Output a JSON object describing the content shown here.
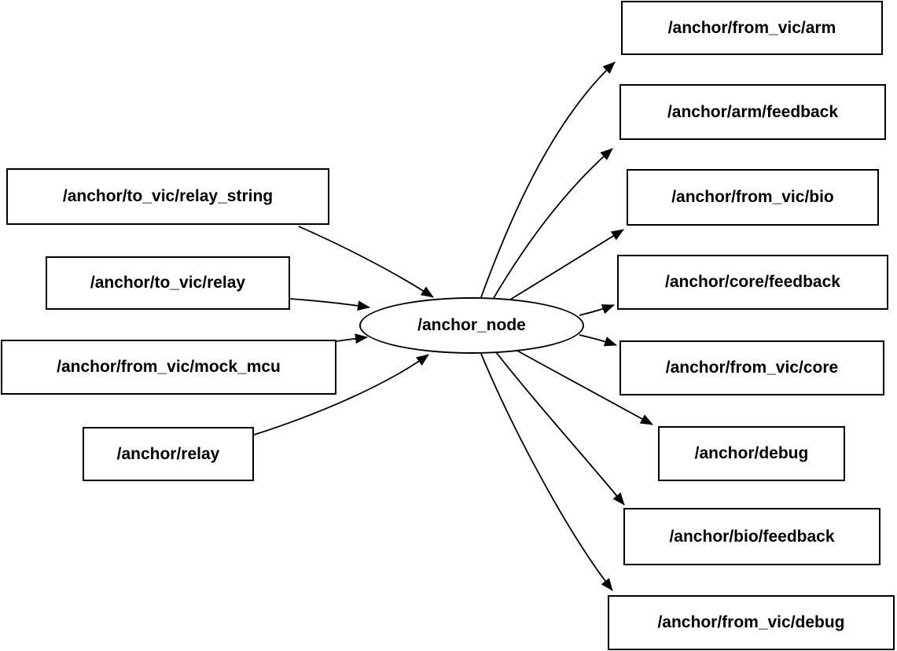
{
  "node": {
    "label": "/anchor_node"
  },
  "input_topics": [
    {
      "label": "/anchor/to_vic/relay_string"
    },
    {
      "label": "/anchor/to_vic/relay"
    },
    {
      "label": "/anchor/from_vic/mock_mcu"
    },
    {
      "label": "/anchor/relay"
    }
  ],
  "output_topics": [
    {
      "label": "/anchor/from_vic/arm"
    },
    {
      "label": "/anchor/arm/feedback"
    },
    {
      "label": "/anchor/from_vic/bio"
    },
    {
      "label": "/anchor/core/feedback"
    },
    {
      "label": "/anchor/from_vic/core"
    },
    {
      "label": "/anchor/debug"
    },
    {
      "label": "/anchor/bio/feedback"
    },
    {
      "label": "/anchor/from_vic/debug"
    }
  ],
  "edges": [
    {
      "from": "/anchor/to_vic/relay_string",
      "to": "/anchor_node"
    },
    {
      "from": "/anchor/to_vic/relay",
      "to": "/anchor_node"
    },
    {
      "from": "/anchor/from_vic/mock_mcu",
      "to": "/anchor_node"
    },
    {
      "from": "/anchor/relay",
      "to": "/anchor_node"
    },
    {
      "from": "/anchor_node",
      "to": "/anchor/from_vic/arm"
    },
    {
      "from": "/anchor_node",
      "to": "/anchor/arm/feedback"
    },
    {
      "from": "/anchor_node",
      "to": "/anchor/from_vic/bio"
    },
    {
      "from": "/anchor_node",
      "to": "/anchor/core/feedback"
    },
    {
      "from": "/anchor_node",
      "to": "/anchor/from_vic/core"
    },
    {
      "from": "/anchor_node",
      "to": "/anchor/debug"
    },
    {
      "from": "/anchor_node",
      "to": "/anchor/bio/feedback"
    },
    {
      "from": "/anchor_node",
      "to": "/anchor/from_vic/debug"
    }
  ],
  "colors": {
    "background": "#ffffff",
    "node_fill": "#ffffff",
    "stroke": "#000000",
    "text": "#000000"
  }
}
